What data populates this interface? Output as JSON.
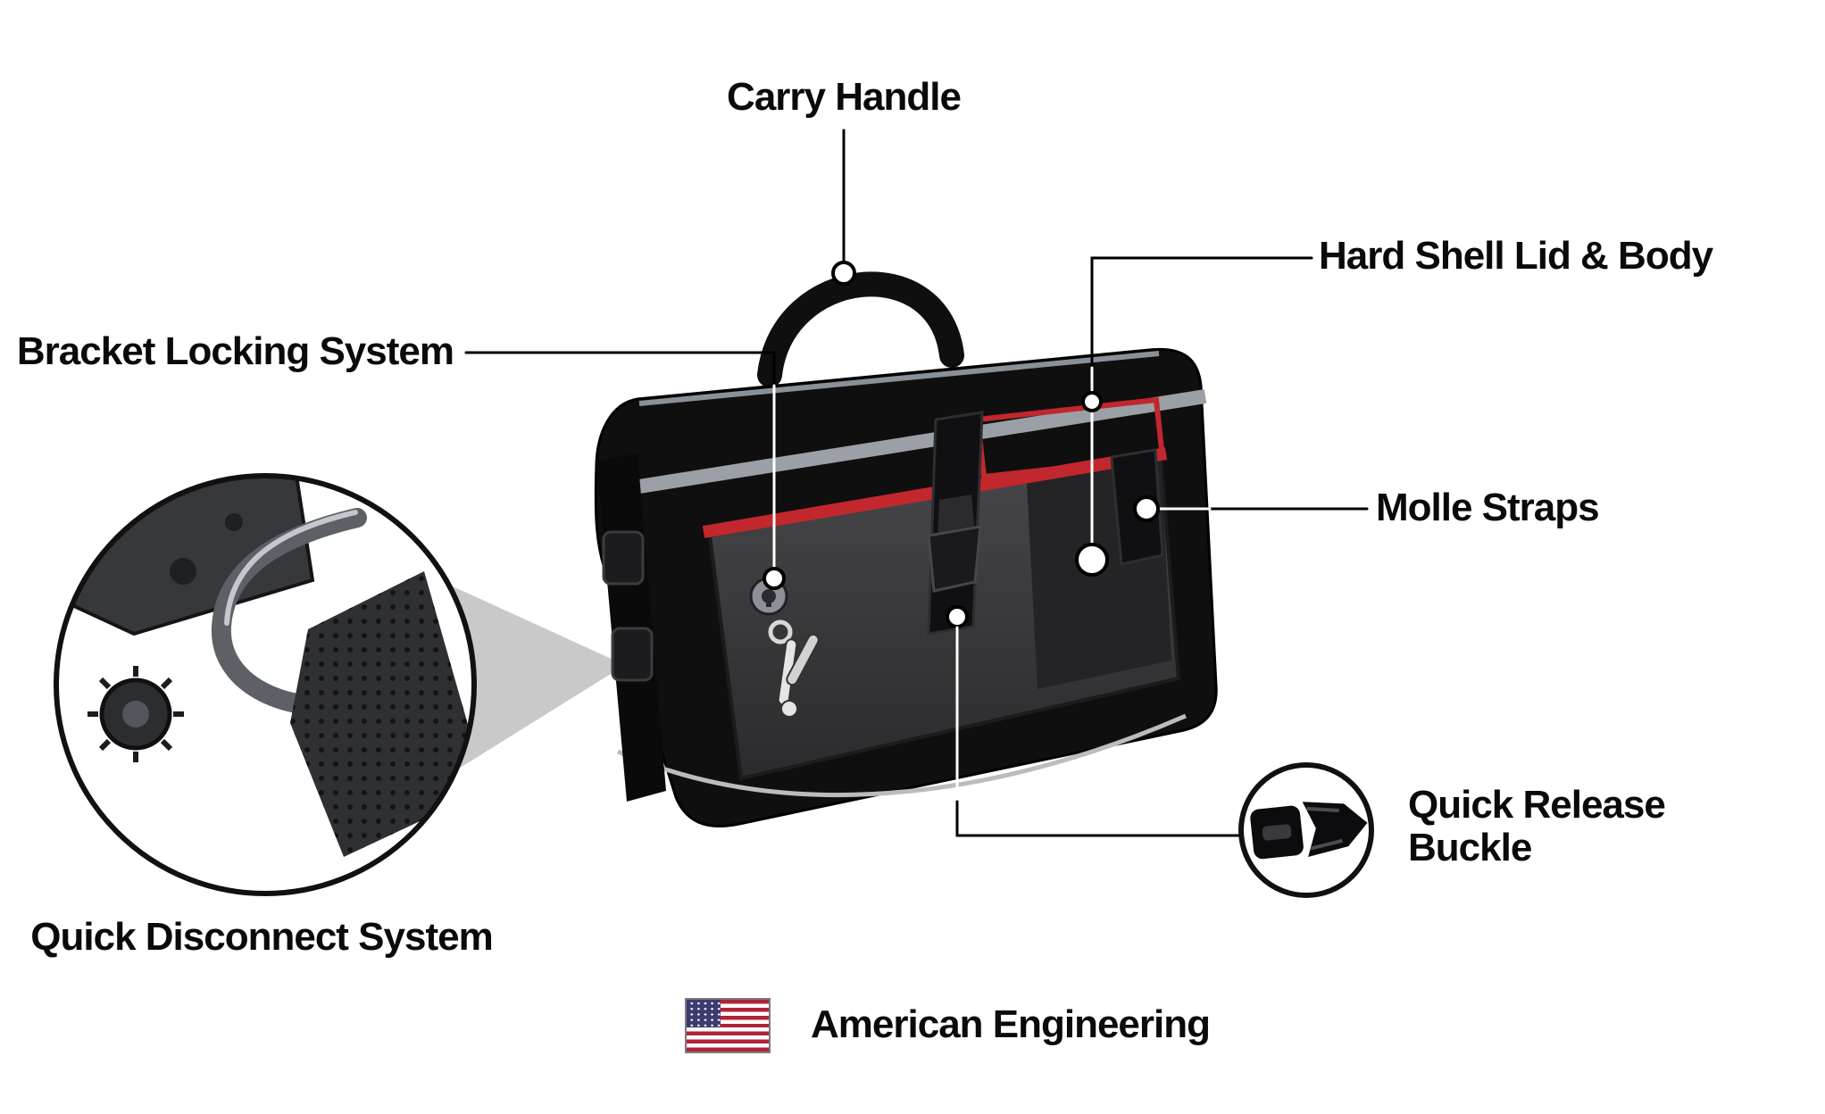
{
  "diagram": {
    "title_context": "Motorcycle saddlebag feature callout diagram",
    "labels": {
      "carry_handle": "Carry Handle",
      "hard_shell_lid_body": "Hard Shell Lid & Body",
      "bracket_locking_system": "Bracket Locking System",
      "molle_straps": "Molle Straps",
      "quick_release_line1": "Quick Release",
      "quick_release_line2": "Buckle",
      "quick_disconnect_system": "Quick Disconnect System",
      "american_engineering": "American Engineering"
    },
    "icons": {
      "flag": "us-flag-icon",
      "quick_release_inset": "quick-release-buckle-icon",
      "quick_disconnect_inset": "quick-disconnect-mechanism-icon"
    },
    "colors": {
      "accent_red": "#c1272d",
      "bag_black": "#0f0f10",
      "trim_gray": "#9aa0a6",
      "flag_red": "#b22234",
      "flag_blue": "#3c3b6e",
      "callout_line": "#000000"
    }
  }
}
